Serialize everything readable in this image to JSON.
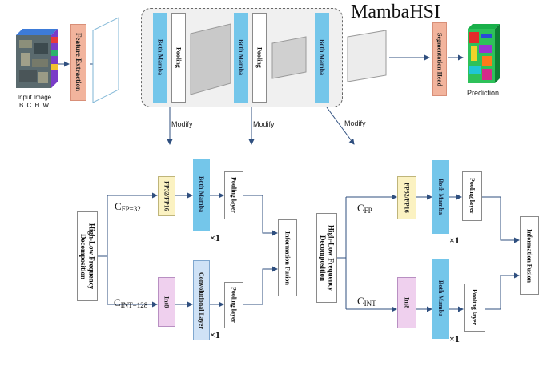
{
  "title": "MambaHSI",
  "input": {
    "caption_line1": "Input Image",
    "caption_line2": "B C H W"
  },
  "top": {
    "feature_extraction": "Feature Extraction",
    "blocks": [
      {
        "mamba": "Both Mamba",
        "pooling": "Pooling"
      },
      {
        "mamba": "Both Mamba",
        "pooling": "Pooling"
      },
      {
        "mamba": "Both Mamba"
      }
    ],
    "seg_head": "Segmentation    Head",
    "prediction": "Prediction",
    "modify_labels": [
      "Modify",
      "Modify",
      "Modify"
    ]
  },
  "left_panel": {
    "decomp": "High-Low Frequency Decomposition",
    "c_fp_main": "C",
    "c_fp_sub": "FP=32",
    "c_int_main": "C",
    "c_int_sub": "INT=128",
    "fp_box": "FP32/FP16",
    "mamba": "Both Mamba",
    "pool_top": "Pooling layer",
    "times_top": "×1",
    "int_box": "Int8",
    "conv": "Convolutional Layer",
    "pool_bottom": "Pooling layer",
    "times_bottom": "×1",
    "fusion": "Information Fusion"
  },
  "right_panel": {
    "decomp": "High-Low Frequency Decomposition",
    "c_fp_main": "C",
    "c_fp_sub": "FP",
    "c_int_main": "C",
    "c_int_sub": "INT",
    "fp_box": "FP32/FP16",
    "mamba_top": "Both Mamba",
    "pool_top": "Pooling layer",
    "times_top": "×1",
    "int_box": "Int8",
    "mamba_bottom": "Both Mamba",
    "pool_bottom": "Pooling layer",
    "times_bottom": "×1",
    "fusion": "Information Fusion"
  },
  "colors": {
    "mamba_blue": "#74c6ea",
    "panel_left": "#fbe4d6",
    "panel_right": "#f3c4a8",
    "top_panel": "#f0f0f0",
    "feature_box": "#f2b49d"
  }
}
